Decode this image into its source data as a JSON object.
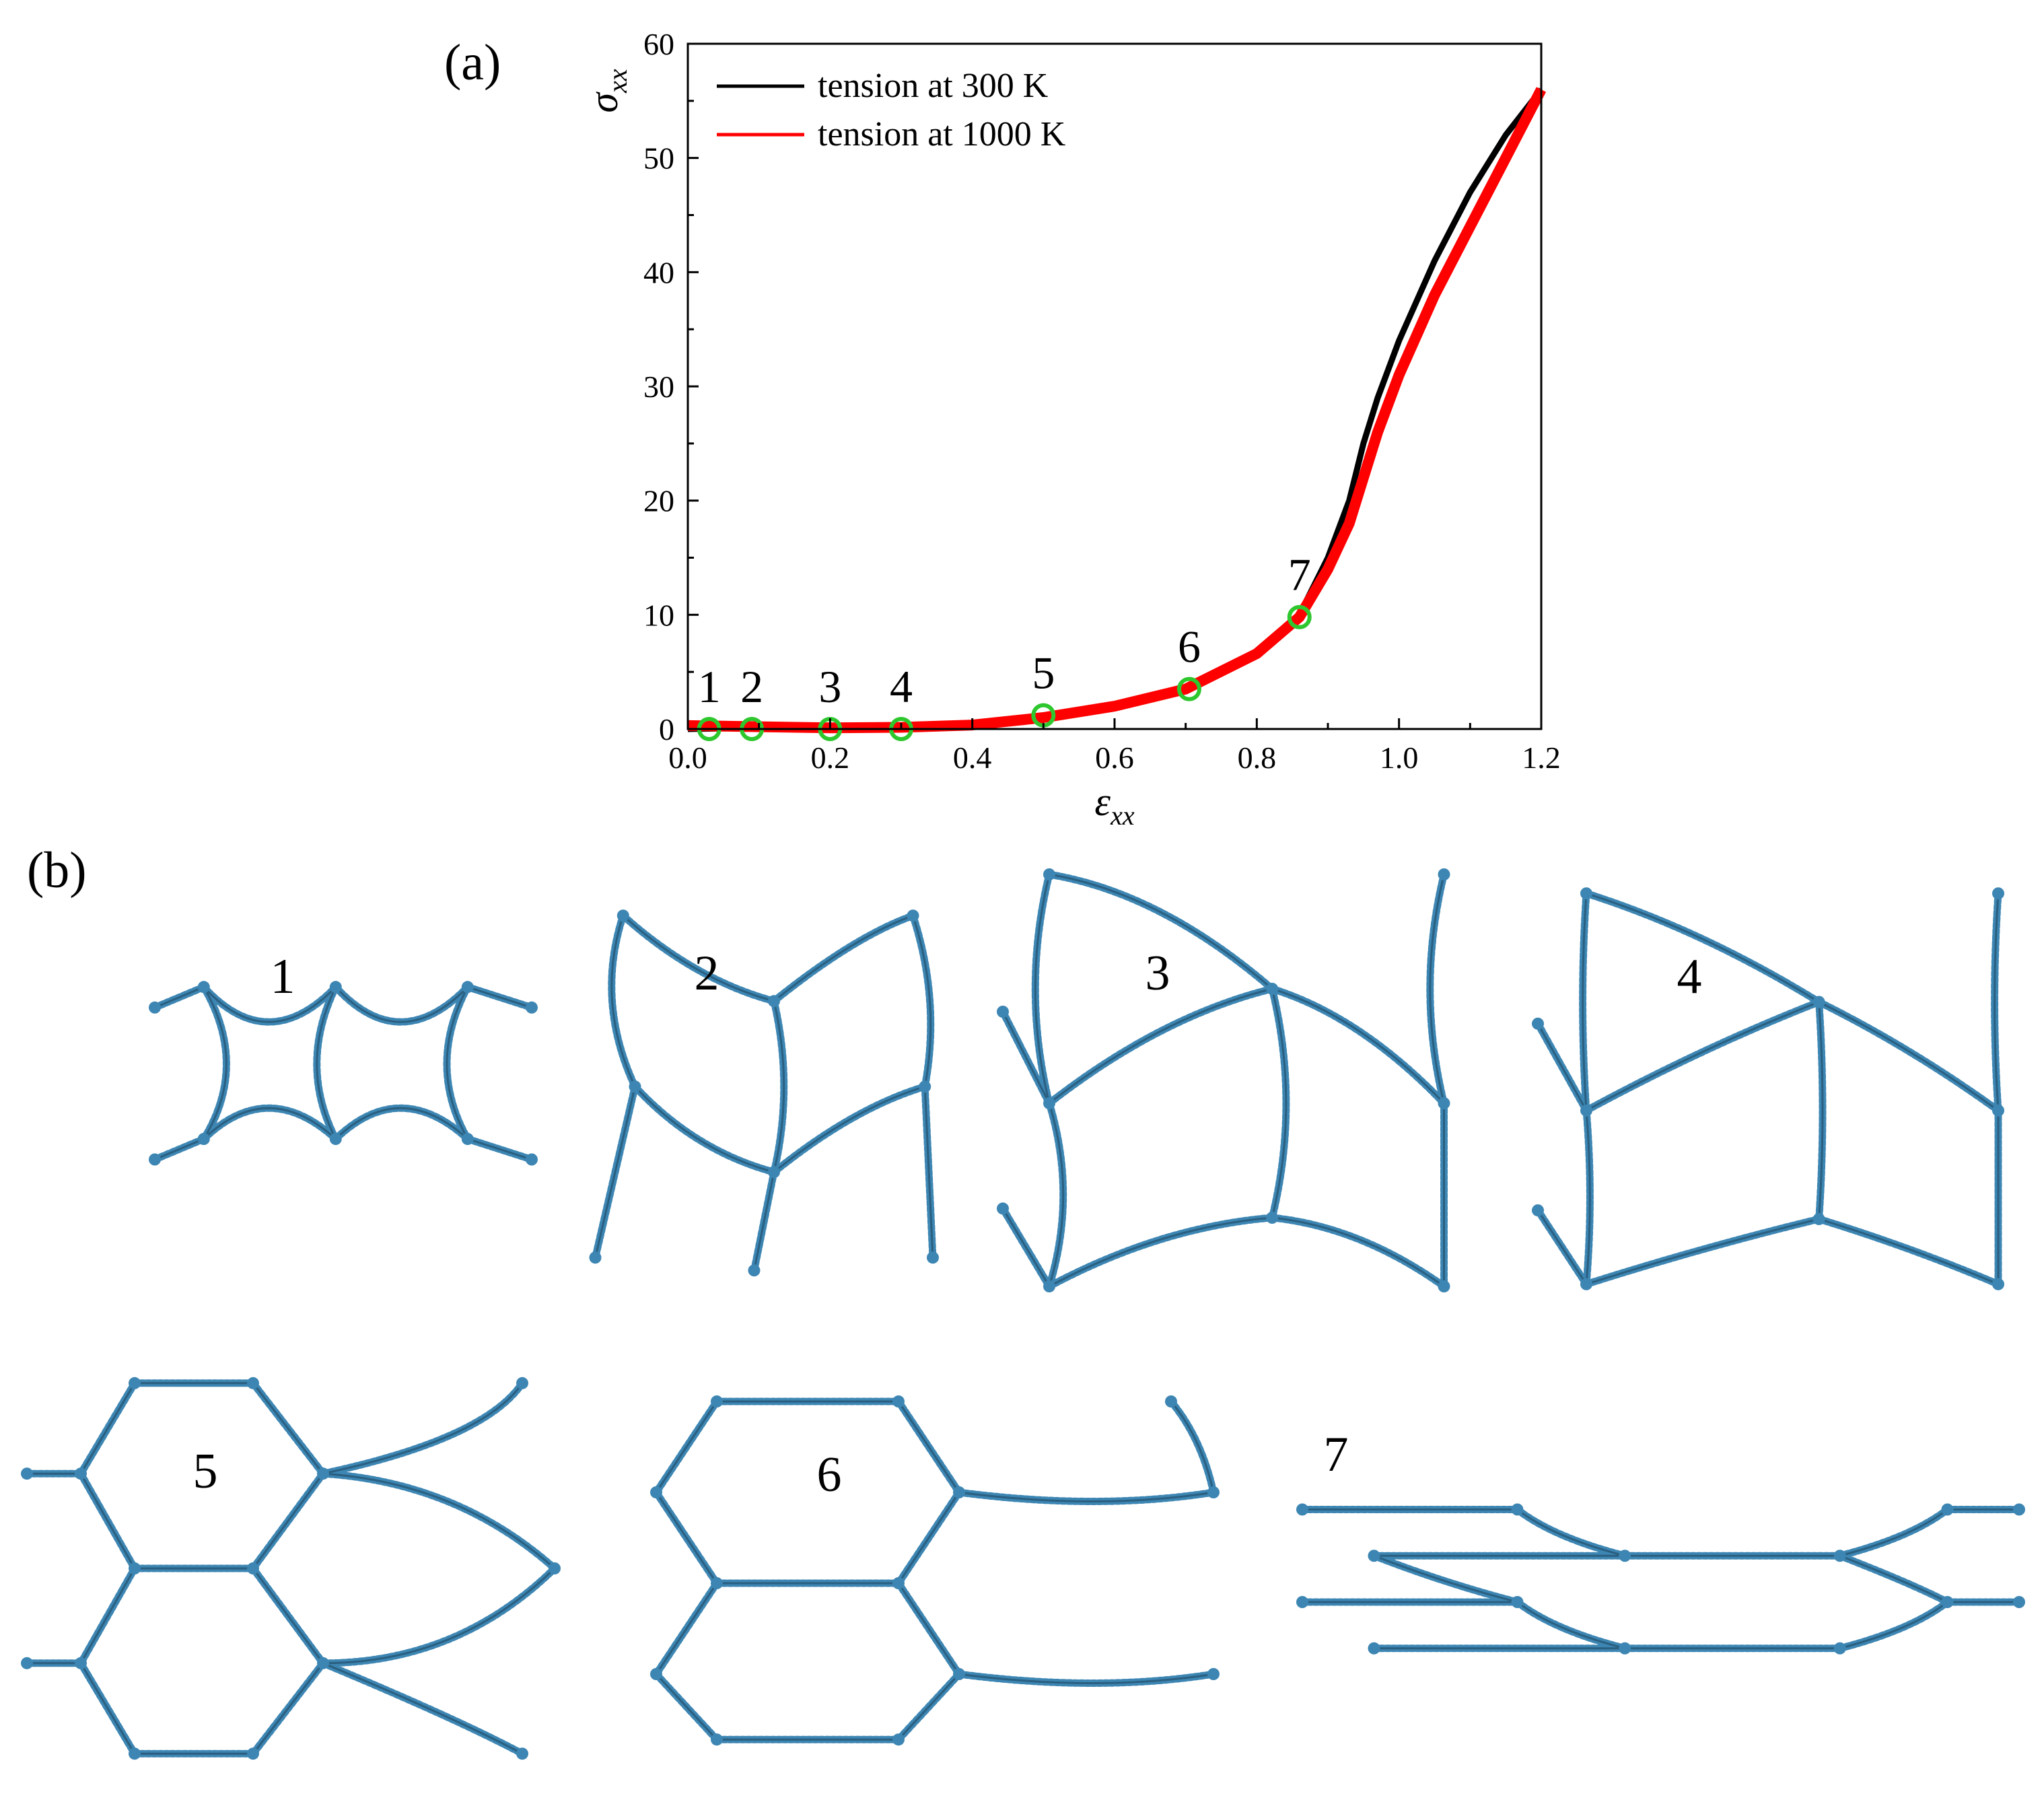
{
  "chart_data": {
    "type": "line",
    "panel_label": "(a)",
    "xlabel": "ε",
    "xlabel_sub": "xx",
    "ylabel": "σ",
    "ylabel_sub": "xx",
    "xlim": [
      0,
      1.2
    ],
    "ylim": [
      0,
      60
    ],
    "xticks": [
      "0.0",
      "0.2",
      "0.4",
      "0.6",
      "0.8",
      "1.0",
      "1.2"
    ],
    "yticks": [
      "0",
      "10",
      "20",
      "30",
      "40",
      "50",
      "60"
    ],
    "grid": false,
    "legend_position": "top-left",
    "series": [
      {
        "name": "tension at 300 K",
        "color": "#000000",
        "x": [
          0.0,
          0.1,
          0.2,
          0.3,
          0.4,
          0.5,
          0.6,
          0.7,
          0.8,
          0.86,
          0.9,
          0.93,
          0.95,
          0.97,
          1.0,
          1.05,
          1.1,
          1.15,
          1.2
        ],
        "y": [
          0.0,
          0.1,
          0.15,
          0.2,
          0.4,
          1.0,
          2.0,
          3.6,
          6.8,
          10.0,
          15.0,
          20.0,
          25.0,
          29.0,
          34.0,
          41.0,
          47.0,
          52.0,
          56.0
        ]
      },
      {
        "name": "tension at 1000 K",
        "color": "#ff0000",
        "x": [
          0.0,
          0.1,
          0.2,
          0.3,
          0.4,
          0.5,
          0.6,
          0.7,
          0.8,
          0.86,
          0.9,
          0.93,
          0.95,
          0.97,
          1.0,
          1.05,
          1.1,
          1.15,
          1.2
        ],
        "y": [
          0.3,
          0.2,
          0.1,
          0.15,
          0.35,
          1.0,
          2.0,
          3.5,
          6.6,
          9.8,
          14.0,
          18.0,
          22.0,
          26.0,
          31.0,
          38.0,
          44.0,
          50.0,
          56.0
        ]
      }
    ],
    "markers": [
      {
        "label": "1",
        "x": 0.03,
        "y": 0.0
      },
      {
        "label": "2",
        "x": 0.09,
        "y": 0.0
      },
      {
        "label": "3",
        "x": 0.2,
        "y": 0.0
      },
      {
        "label": "4",
        "x": 0.3,
        "y": 0.0
      },
      {
        "label": "5",
        "x": 0.5,
        "y": 1.2
      },
      {
        "label": "6",
        "x": 0.705,
        "y": 3.5
      },
      {
        "label": "7",
        "x": 0.86,
        "y": 9.8
      }
    ],
    "marker_color": "#2ec72e"
  },
  "panel_b": {
    "label": "(b)",
    "network_color": "#3d86b3",
    "frames": [
      {
        "label": "1"
      },
      {
        "label": "2"
      },
      {
        "label": "3"
      },
      {
        "label": "4"
      },
      {
        "label": "5"
      },
      {
        "label": "6"
      },
      {
        "label": "7"
      }
    ]
  }
}
